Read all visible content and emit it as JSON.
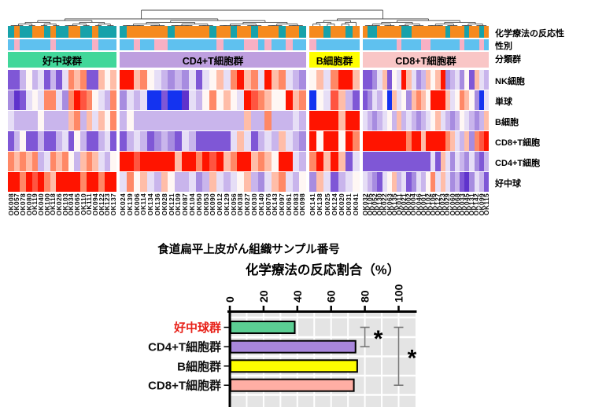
{
  "chart_data": [
    {
      "type": "heatmap",
      "xlabel": "食道扁平上皮がん組織サンプル番号",
      "annotation_labels": [
        "化学療法の反応性",
        "性別",
        "分類群"
      ],
      "row_labels": [
        "NK細胞",
        "単球",
        "B細胞",
        "CD8+T細胞",
        "CD4+T細胞",
        "好中球"
      ],
      "annotation_colors": {
        "response": {
          "T": "#17A2AA",
          "O": "#F68A1E"
        },
        "sex": {
          "b": "#5FC1EF",
          "p": "#F8B0C4"
        }
      },
      "palette": {
        "R": "#FF1400",
        "r": "#FF5540",
        "O": "#FF8866",
        "s": "#FFBDA8",
        "w": "#FFF7F4",
        "c": "#E6DEF6",
        "l": "#C9B5EC",
        "p": "#A78CE0",
        "P": "#7F57D6",
        "D": "#5F33CC",
        "B": "#1433F0"
      },
      "groups": [
        {
          "label": "好中球群",
          "color": "#41D79A",
          "samples": [
            "OK008",
            "OK057",
            "OK078",
            "OK080",
            "OK119",
            "OK040",
            "OK100",
            "OK118",
            "OK026",
            "OK103",
            "OK034",
            "OK065",
            "OK110",
            "OK111",
            "OK094",
            "OK122",
            "OK123",
            "OK137"
          ],
          "response": "TOTTOOTOTTOOTTOTTT",
          "sex": "bpbbbbbpbbbbbbpbbb",
          "cells": [
            "PPlwlcPlPcOsOPPsws",
            "pDPcwcOOcpORrOwclO",
            "cllllwllllsOlscswO",
            "PlwPPlPPlcPwlPPlcP",
            "OsOsOlcOsOwlsOsclw",
            "RRORrROsRRRRORRORR"
          ]
        },
        {
          "label": "CD4+T細胞群",
          "color": "#BE9FDF",
          "samples": [
            "OK024",
            "OK139",
            "OK006",
            "OK114",
            "OK134",
            "OK136",
            "OK028",
            "OK121",
            "OK109",
            "OK087",
            "OK104",
            "OK050",
            "OK053",
            "OK090",
            "OK012",
            "OK129",
            "OK056",
            "OK038",
            "OK027",
            "OK030",
            "OK140",
            "OK076",
            "OK143",
            "OK097",
            "OK061",
            "OK083",
            "OK098"
          ],
          "response": "TOOOOOOTOOOOOTOOTOOTOOOTOOT",
          "sex": "bbpbbppbbbbbbbpbbbppbpbbpbb",
          "cells": [
            "RRsOwclplpcPcwscORsOcRsOclp",
            "pclcBBPBBDclwOwswcRrOswwRsO",
            "lwllllllllllllllllsllOlllcl",
            "PlclPplpPclPPPPPcscPlclsclp",
            "RRrRRRRRsRRORrRsORRsOswRRcl",
            "cOwsclswllcplsclcwslpcsOclw"
          ]
        },
        {
          "label": "B細胞群",
          "color": "#FFFF00",
          "samples": [
            "OK141",
            "OK138",
            "OK025",
            "OK124",
            "OK020",
            "OK031",
            "OK041"
          ],
          "response": "OOTOOTO",
          "sex": "pbbbbbb",
          "cells": [
            "wscORRs",
            "BwcrslP",
            "RRRRsRR",
            "RwRRwRO",
            "ORsRsPc",
            "pscPlcw"
          ]
        },
        {
          "label": "CD8+T細胞群",
          "color": "#F9C6C6",
          "samples": [
            "OK032",
            "OK105",
            "OK052",
            "OK130",
            "OK022",
            "OK063",
            "OK135",
            "OK011",
            "OK021",
            "OK002",
            "OK004",
            "OK046",
            "OK001",
            "OK102",
            "OK106",
            "OK127",
            "OK023",
            "OK029",
            "OK060",
            "OK068",
            "OK033",
            "OK045",
            "OK131",
            "OK142",
            "OK099",
            "OK115"
          ],
          "response": "OTTOOOOOTTOOOOOOOTOOOTOOTO",
          "sex": "bbbbbbbpbbbbppbbbbbbpbbbpb",
          "cells": [
            "PPpcsPwcRscplswsRplcpwPscl",
            "PpclwBscwpsOswRRRscwOswpBc",
            "clplcwlslclplcwsclplwclpls",
            "RRRRRRRRRORRsRRRROsclspOrR",
            "PPPPPPPPPPPPPPcPscpclpcpPl",
            "clpPcwslcPpclwOcscplPDpclP"
          ]
        }
      ]
    },
    {
      "type": "bar",
      "orientation": "horizontal",
      "title": "化学療法の反応割合（%）",
      "categories": [
        "好中球群",
        "CD4+T細胞群",
        "B細胞群",
        "CD8+T細胞群"
      ],
      "values": [
        38,
        74,
        75,
        73
      ],
      "bar_colors": [
        "#5BCE93",
        "#A886DB",
        "#FEFE00",
        "#FFAEA4"
      ],
      "category_label_colors": [
        "#E8221A",
        "#111111",
        "#111111",
        "#111111"
      ],
      "xlim": [
        0,
        110
      ],
      "ticks": [
        0,
        20,
        40,
        60,
        80,
        100
      ],
      "grid": true,
      "plot_bg": "#E4E4E4",
      "grid_color": "#FFFFFF",
      "significance": [
        {
          "a": 0,
          "b": 1,
          "x": 80,
          "label": "*"
        },
        {
          "a": 0,
          "b": 3,
          "x": 100,
          "label": "*"
        }
      ]
    }
  ]
}
